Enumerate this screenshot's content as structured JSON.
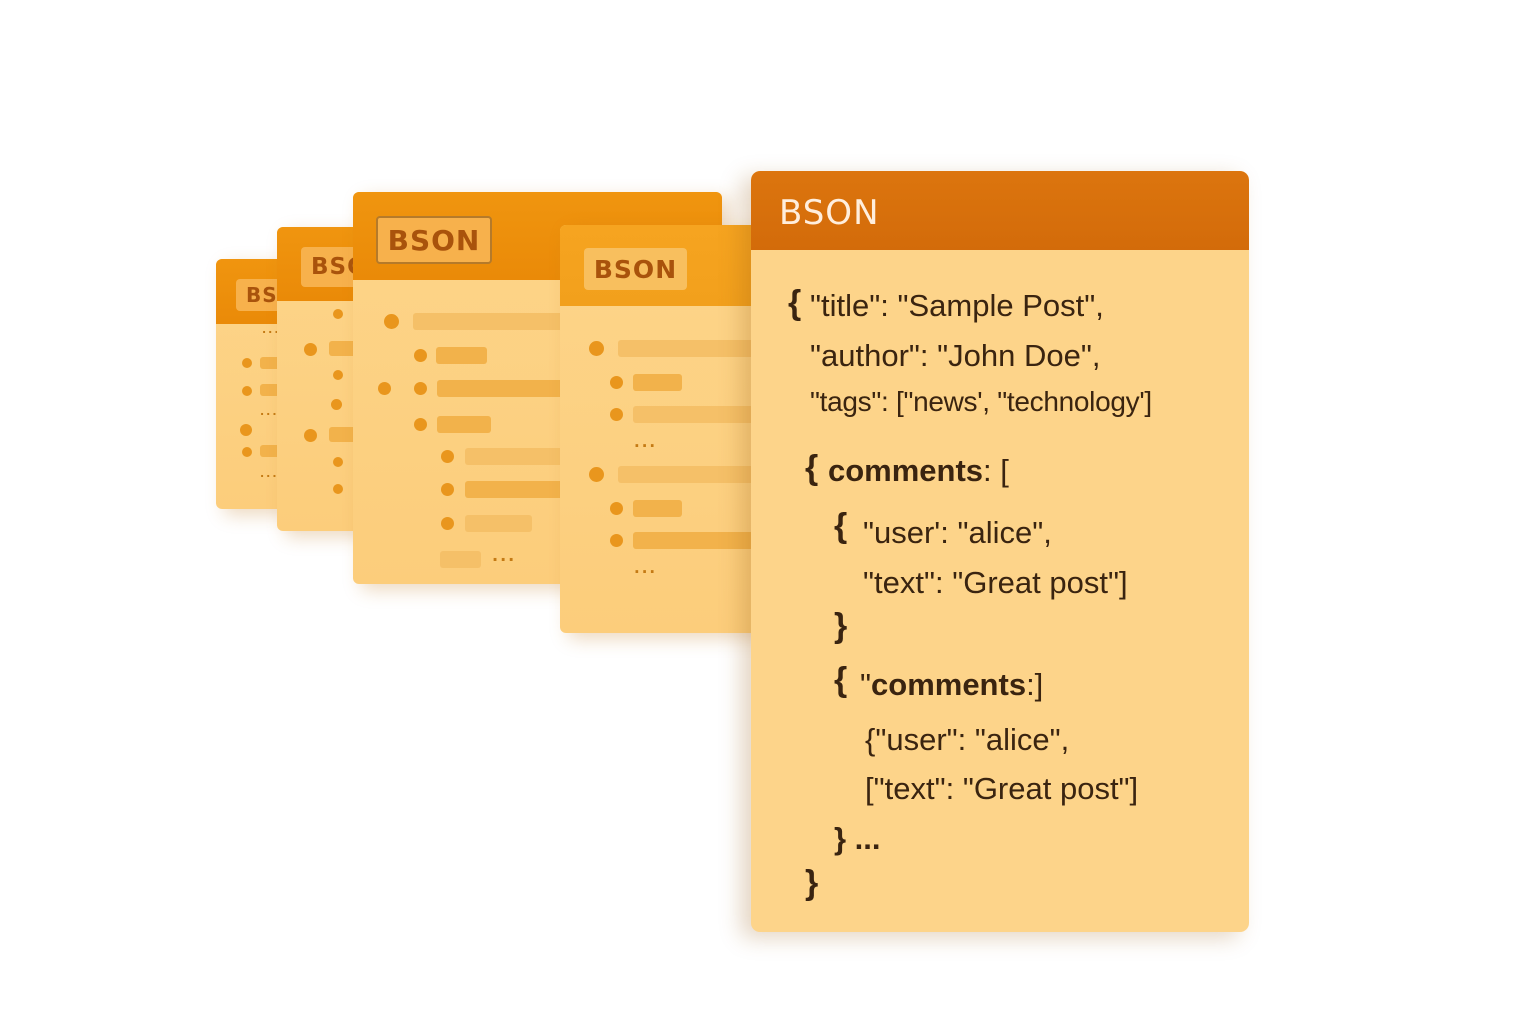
{
  "cards": {
    "card1_label": "BS",
    "card2_label": "BSC",
    "card3_label": "BSON",
    "card4_label": "BSON",
    "main_label": "BSON"
  },
  "ellipsis": "...",
  "code": {
    "open_brace": "{",
    "close_brace": "}",
    "line_title": "\"title\": \"Sample Post\",",
    "line_author": "\"author\": \"John Doe\",",
    "line_tags": "\"tags\": [\"news', \"technology']",
    "comments_key": "comments",
    "comments_suffix": ": [",
    "line_user1": "\"user': \"alice\",",
    "line_text1": "\"text\": \"Great post\"]",
    "comments2_prefix": "\"",
    "comments2_key": "comments",
    "comments2_suffix": ":]",
    "line_user2": "{\"user\": \"alice\",",
    "line_text2": "[\"text\": \"Great post\"]",
    "close_ellipsis": "} ...",
    "final_close": "}"
  },
  "colors": {
    "card_body": "#fdd48a",
    "card_header": "#ea8a08",
    "main_header": "#d36b0a",
    "badge": "#f7b14c",
    "text": "#3a2410"
  }
}
